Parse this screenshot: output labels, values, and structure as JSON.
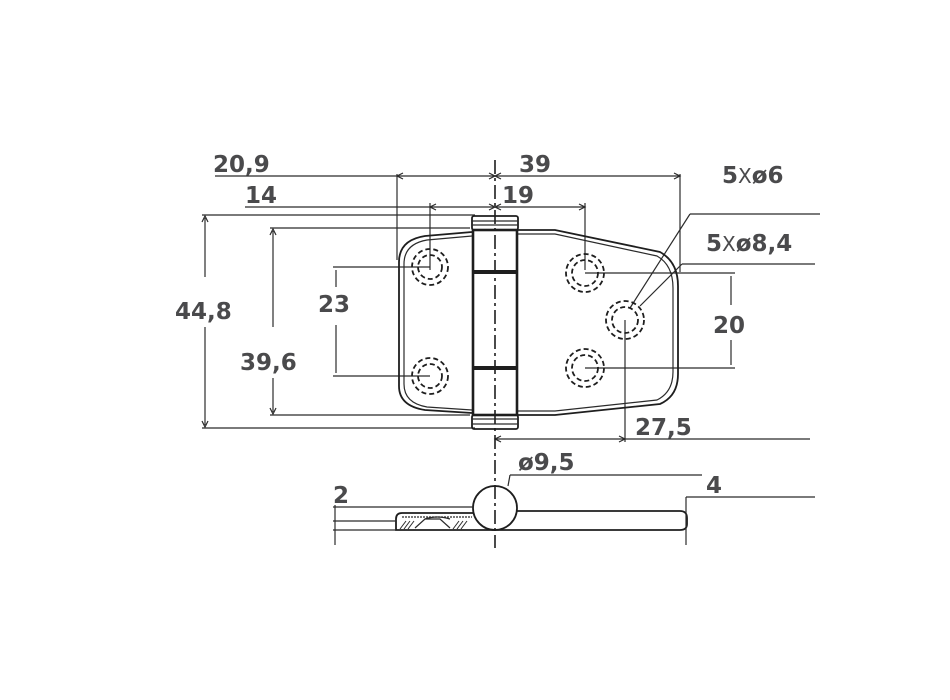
{
  "drawing": {
    "title": "Hinge technical drawing",
    "line_color": "#1e1e1e",
    "text_color": "#4a4a4c",
    "dimensions": {
      "overall_left_width": "20,9",
      "hole_left_offset": "14",
      "overall_right_width": "39",
      "hole_right_offset": "19",
      "overall_height": "44,8",
      "plate_height": "39,6",
      "left_hole_spacing": "23",
      "right_hole_spacing": "20",
      "center_hole_offset": "27,5",
      "pin_diameter": "ø9,5",
      "leaf_thickness_left": "2",
      "leaf_thickness_right": "4"
    },
    "callouts": {
      "small_holes_prefix": "5",
      "small_holes_x": "X",
      "small_holes_dia": "ø6",
      "large_holes_prefix": "5",
      "large_holes_x": "X",
      "large_holes_dia": "ø8,4"
    }
  }
}
